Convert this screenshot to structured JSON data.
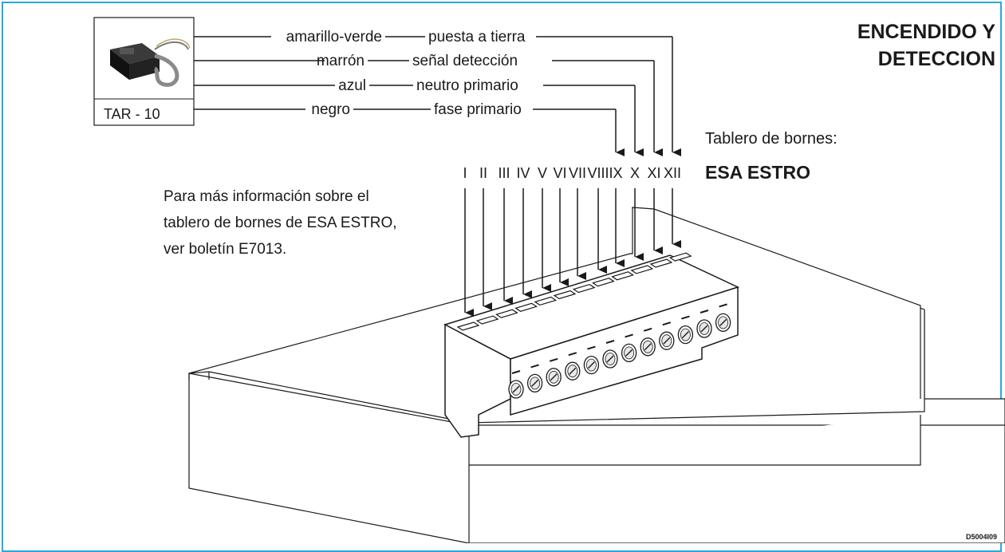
{
  "title": {
    "line1": "ENCENDIDO Y",
    "line2": "DETECCION"
  },
  "device": {
    "label": "TAR - 10"
  },
  "wires": [
    {
      "color": "amarillo-verde",
      "function": "puesta a tierra",
      "terminal": "XII"
    },
    {
      "color": "marrón",
      "function": "señal detección",
      "terminal": "XI"
    },
    {
      "color": "azul",
      "function": "neutro primario",
      "terminal": "X"
    },
    {
      "color": "negro",
      "function": "fase primario",
      "terminal": "IX"
    }
  ],
  "board": {
    "label": "Tablero de bornes:",
    "name": "ESA ESTRO"
  },
  "terminals": [
    "I",
    "II",
    "III",
    "IV",
    "V",
    "VI",
    "VII",
    "VIII",
    "IX",
    "X",
    "XI",
    "XII"
  ],
  "info": {
    "line1": "Para más información sobre el",
    "line2": "tablero de bornes de ESA ESTRO,",
    "line3": "ver boletín E7013."
  },
  "code": "D5004I09"
}
